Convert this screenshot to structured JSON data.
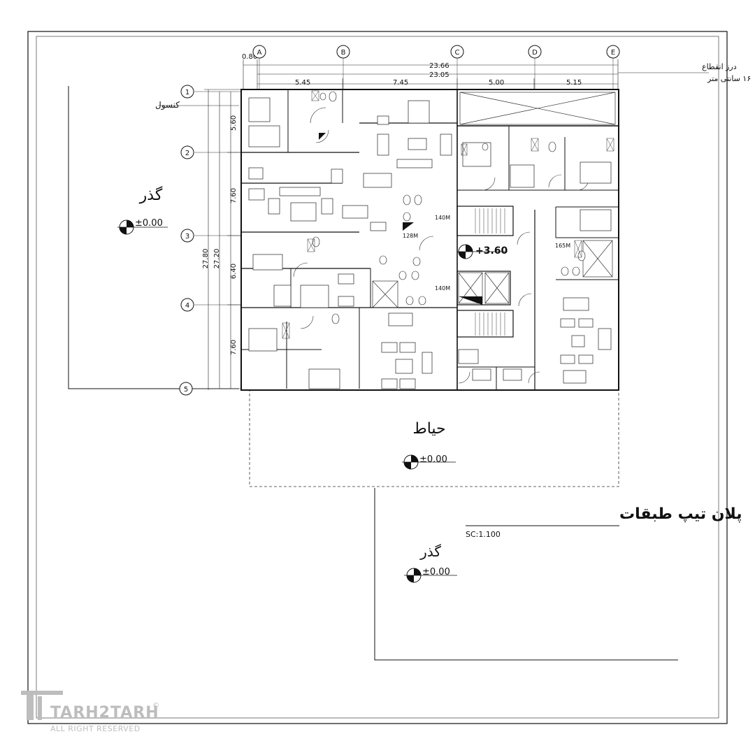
{
  "grid": {
    "columns": [
      "A",
      "B",
      "C",
      "D",
      "E"
    ],
    "rows": [
      "1",
      "2",
      "3",
      "4",
      "5"
    ]
  },
  "dimensions": {
    "top_total_outer": "23.66",
    "top_total_inner": "23.05",
    "top_offset": "0.80",
    "top_spans": [
      "5.45",
      "7.45",
      "5.00",
      "5.15"
    ],
    "left_total_outer": "27.80",
    "left_total_inner": "27.20",
    "left_spans": [
      "5.60",
      "7.60",
      "6.40",
      "7.60"
    ]
  },
  "notes": {
    "expansion_joint_line1": "درز انقطاع",
    "expansion_joint_line2": "۱۶ سانتی متر",
    "console": "کنسول"
  },
  "labels": {
    "street_left": "گذر",
    "street_bottom": "گذر",
    "yard": "حیاط",
    "plan_title": "پلان تیپ طبقات",
    "scale": "SC:1.100"
  },
  "levels": {
    "street_left": "±0.00",
    "yard": "±0.00",
    "street_bottom": "±0.00",
    "floor": "+3.60"
  },
  "areas": {
    "a1": "140M",
    "a2": "128M",
    "a3": "140M",
    "a4": "165M"
  },
  "watermark": {
    "brand": "TARH2TARH",
    "tagline": "ALL RIGHT RESERVED",
    "mark": "©"
  },
  "colors": {
    "line": "#111111",
    "light_line": "#9a9a9a",
    "watermark": "#bdbdbd"
  }
}
